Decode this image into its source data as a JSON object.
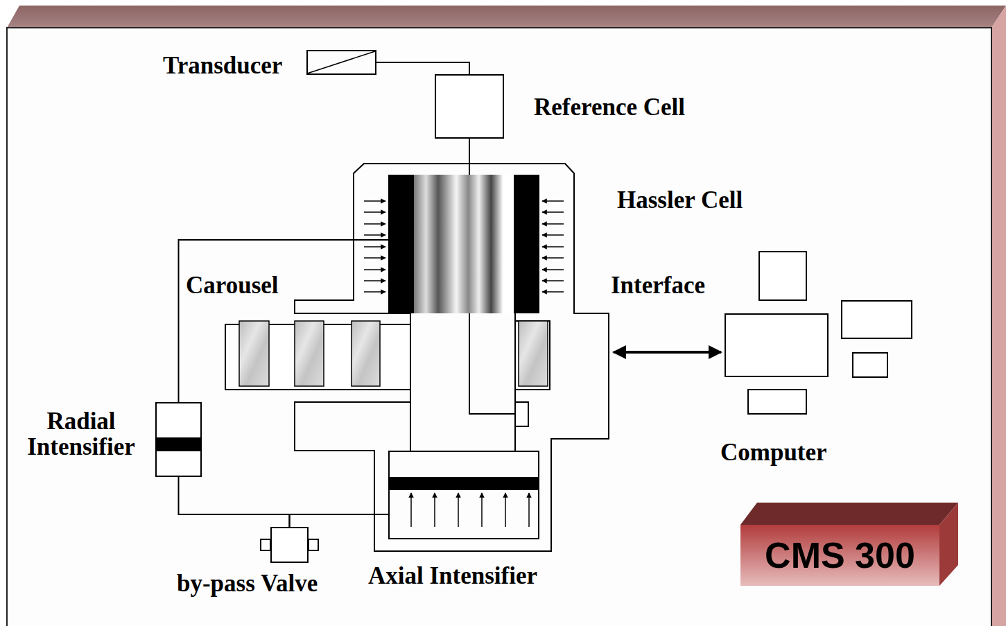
{
  "diagram": {
    "nodes": [
      {
        "text": [
          "Transducer"
        ]
      },
      {
        "text": [
          "Reference Cell"
        ]
      },
      {
        "text": [
          "Hassler Cell"
        ]
      },
      {
        "text": [
          "Radial Intensifier"
        ]
      },
      {
        "text": [
          "by-pass Valve"
        ]
      },
      {
        "text": [
          "Axial Intensifier"
        ]
      },
      {
        "text": [
          "Computer"
        ]
      },
      {
        "text": [
          "CMS 300"
        ]
      }
    ],
    "edges": [
      {
        "from": 0,
        "to": 1,
        "arrow": "none"
      },
      {
        "from": 1,
        "to": 2,
        "arrow": "none"
      },
      {
        "from": 3,
        "to": 2,
        "arrow": "none"
      },
      {
        "from": 3,
        "to": 4,
        "arrow": "none"
      },
      {
        "from": 4,
        "to": 5,
        "arrow": "none"
      }
    ],
    "labels": [
      "Carousel",
      "Interface"
    ]
  }
}
